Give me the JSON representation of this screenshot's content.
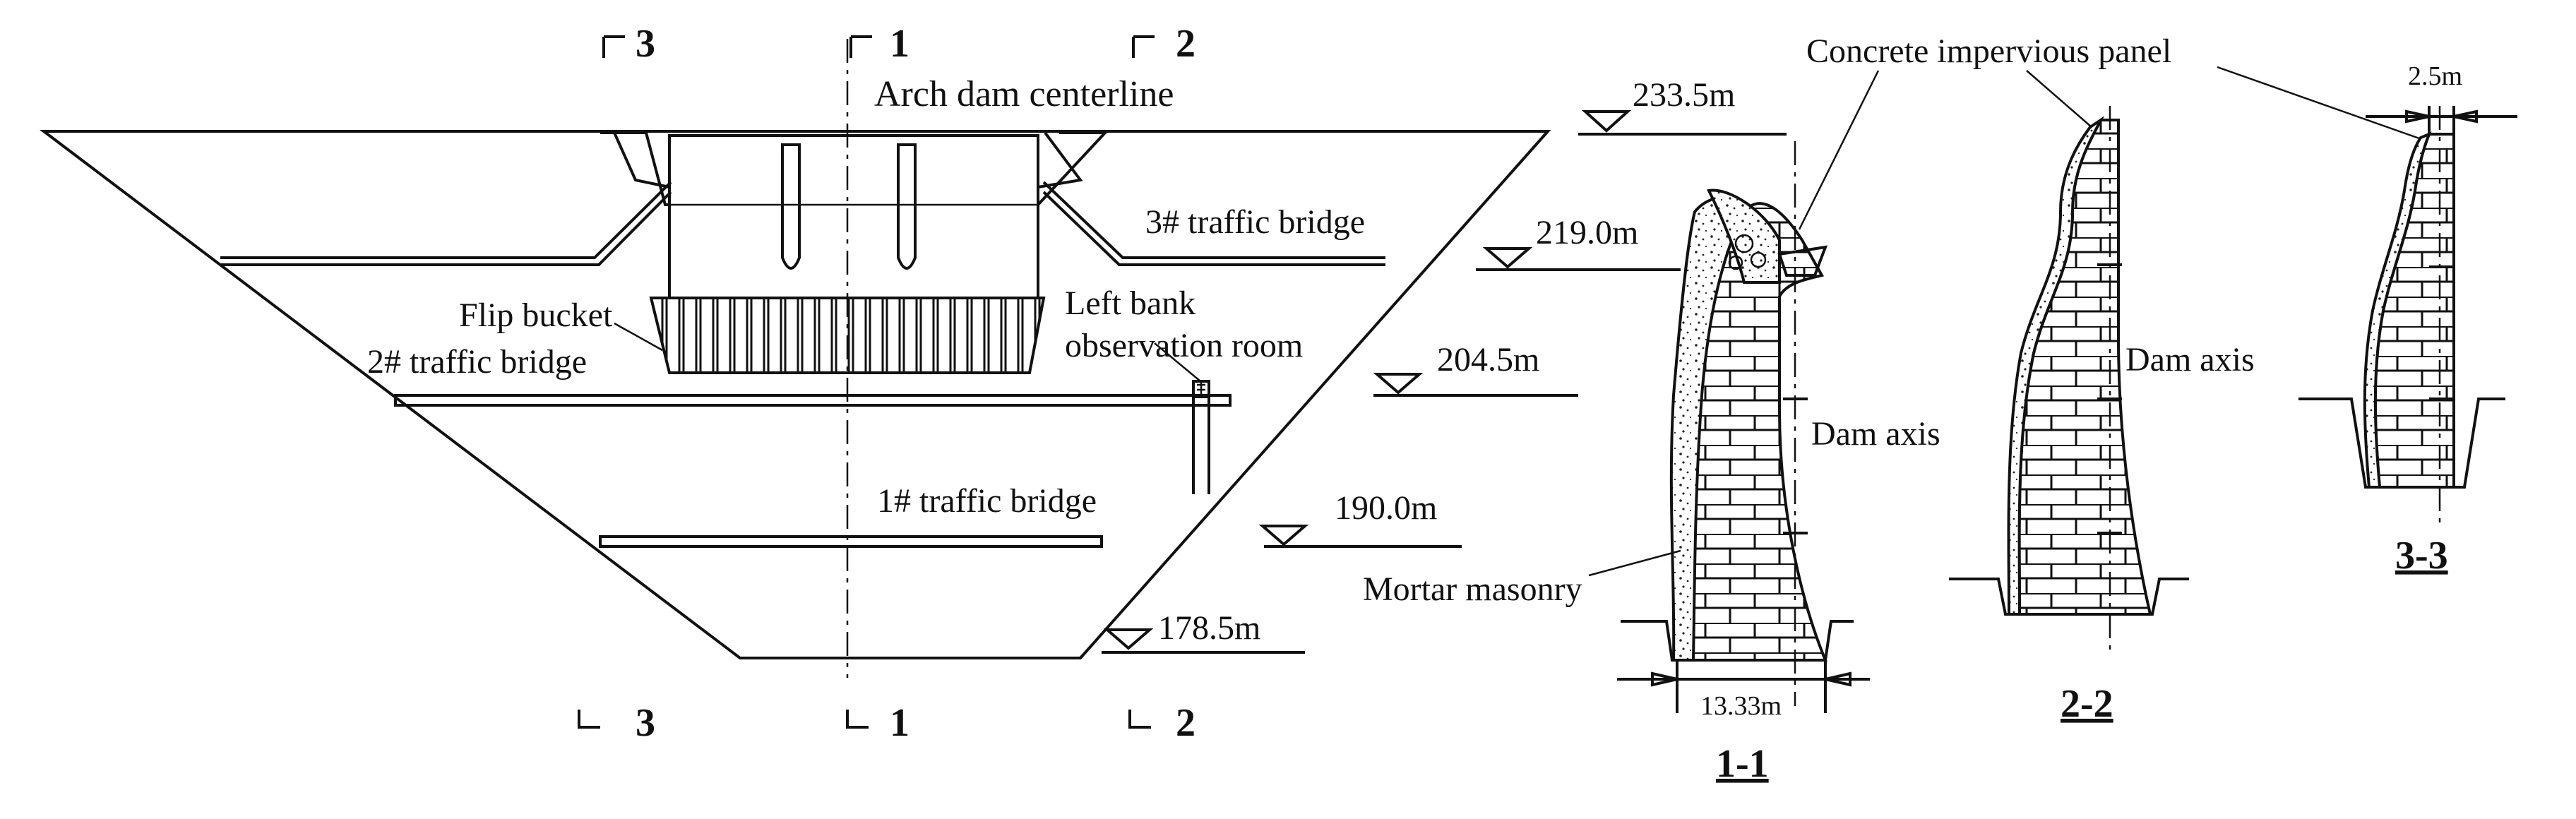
{
  "section_marks": {
    "s3": "3",
    "s1": "1",
    "s2": "2"
  },
  "elevation_view": {
    "centerline_label": "Arch dam centerline",
    "bridge3_label": "3# traffic bridge",
    "bridge2_label": "2# traffic bridge",
    "bridge1_label": "1# traffic bridge",
    "flip_bucket_label": "Flip bucket",
    "observation_label_line1": "Left bank",
    "observation_label_line2": "observation room"
  },
  "elevations": {
    "e1": "233.5m",
    "e2": "219.0m",
    "e3": "204.5m",
    "e4": "190.0m",
    "e5": "178.5m"
  },
  "sections": {
    "impervious_label": "Concrete impervious panel",
    "mortar_label": "Mortar masonry",
    "dam_axis_label_1": "Dam axis",
    "dam_axis_label_2": "Dam axis",
    "width_1": "13.33m",
    "width_3": "2.5m",
    "title_1": "1-1",
    "title_2": "2-2",
    "title_3": "3-3"
  }
}
